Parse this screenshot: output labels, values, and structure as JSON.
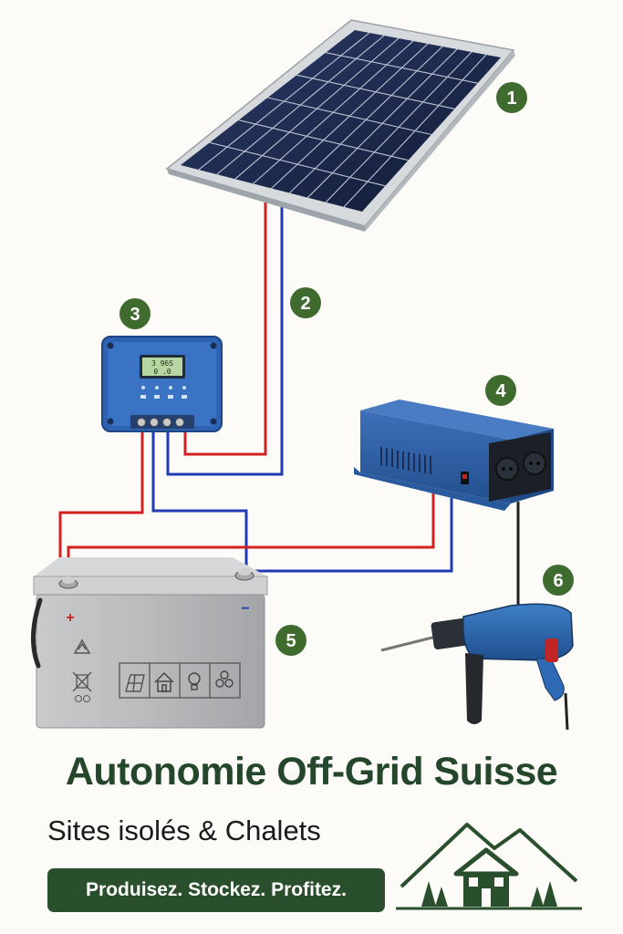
{
  "diagram": {
    "components": [
      {
        "number": "1",
        "icon": "solar-panel-icon"
      },
      {
        "number": "2",
        "icon": "cable-icon"
      },
      {
        "number": "3",
        "icon": "charge-controller-icon"
      },
      {
        "number": "4",
        "icon": "inverter-icon"
      },
      {
        "number": "5",
        "icon": "battery-icon"
      },
      {
        "number": "6",
        "icon": "drill-icon"
      }
    ],
    "controller_display": {
      "line1": "3 96S",
      "line2": "0 .0"
    },
    "battery_terminals": {
      "positive": "+",
      "negative": "−"
    },
    "wire_colors": {
      "positive": "#d42020",
      "negative": "#1f3bb3"
    }
  },
  "branding": {
    "title": "Autonomie Off-Grid Suisse",
    "subtitle": "Sites isolés & Chalets",
    "slogan": "Produisez. Stockez. Profitez.",
    "logo_icon": "chalet-mountains-icon",
    "brand_green": "#2a4f2c"
  }
}
